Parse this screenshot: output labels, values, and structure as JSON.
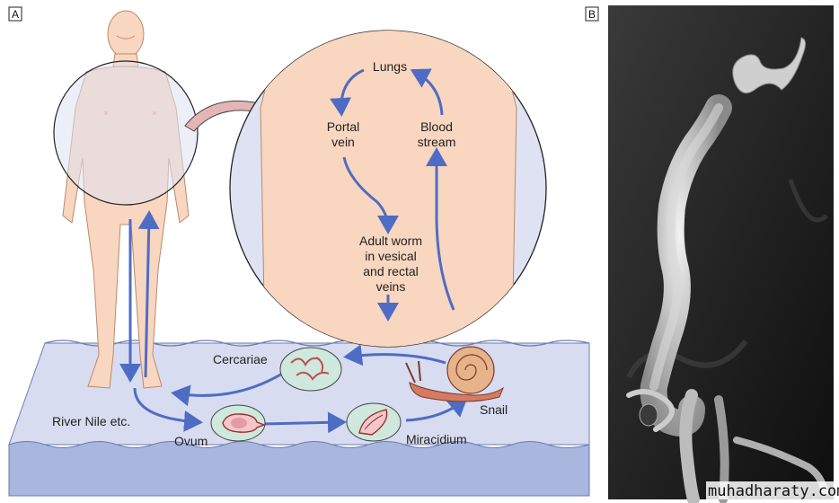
{
  "panels": {
    "a_label": "A",
    "b_label": "B"
  },
  "labels": {
    "lungs": "Lungs",
    "portal_vein": [
      "Portal",
      "vein"
    ],
    "blood_stream": [
      "Blood",
      "stream"
    ],
    "adult_worm": [
      "Adult worm",
      "in vesical",
      "and rectal",
      "veins"
    ],
    "cercariae": "Cercariae",
    "snail": "Snail",
    "river": "River Nile etc.",
    "ovum": "Ovum",
    "miracidium": "Miracidium"
  },
  "watermark": "muhadharaty.com",
  "colors": {
    "skin": "#f8d6bf",
    "skin_stroke": "#b98a6e",
    "circle_fill": "#dfe2f2",
    "arrow": "#4f6cc4",
    "water_top": "#d7dcf0",
    "water_side": "#a9b6de",
    "micrograph_bg": "#1c1c1c"
  }
}
